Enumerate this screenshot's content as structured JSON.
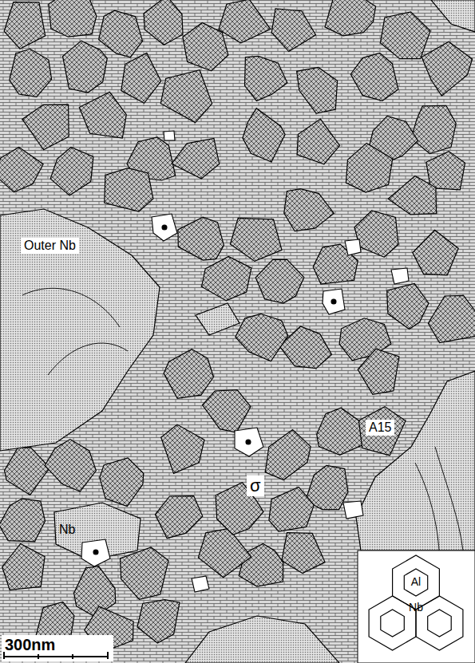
{
  "diagram": {
    "labels": [
      "Outer Nb",
      "A15",
      "σ",
      "Nb",
      "Al",
      "Nb",
      "300nm"
    ]
  }
}
